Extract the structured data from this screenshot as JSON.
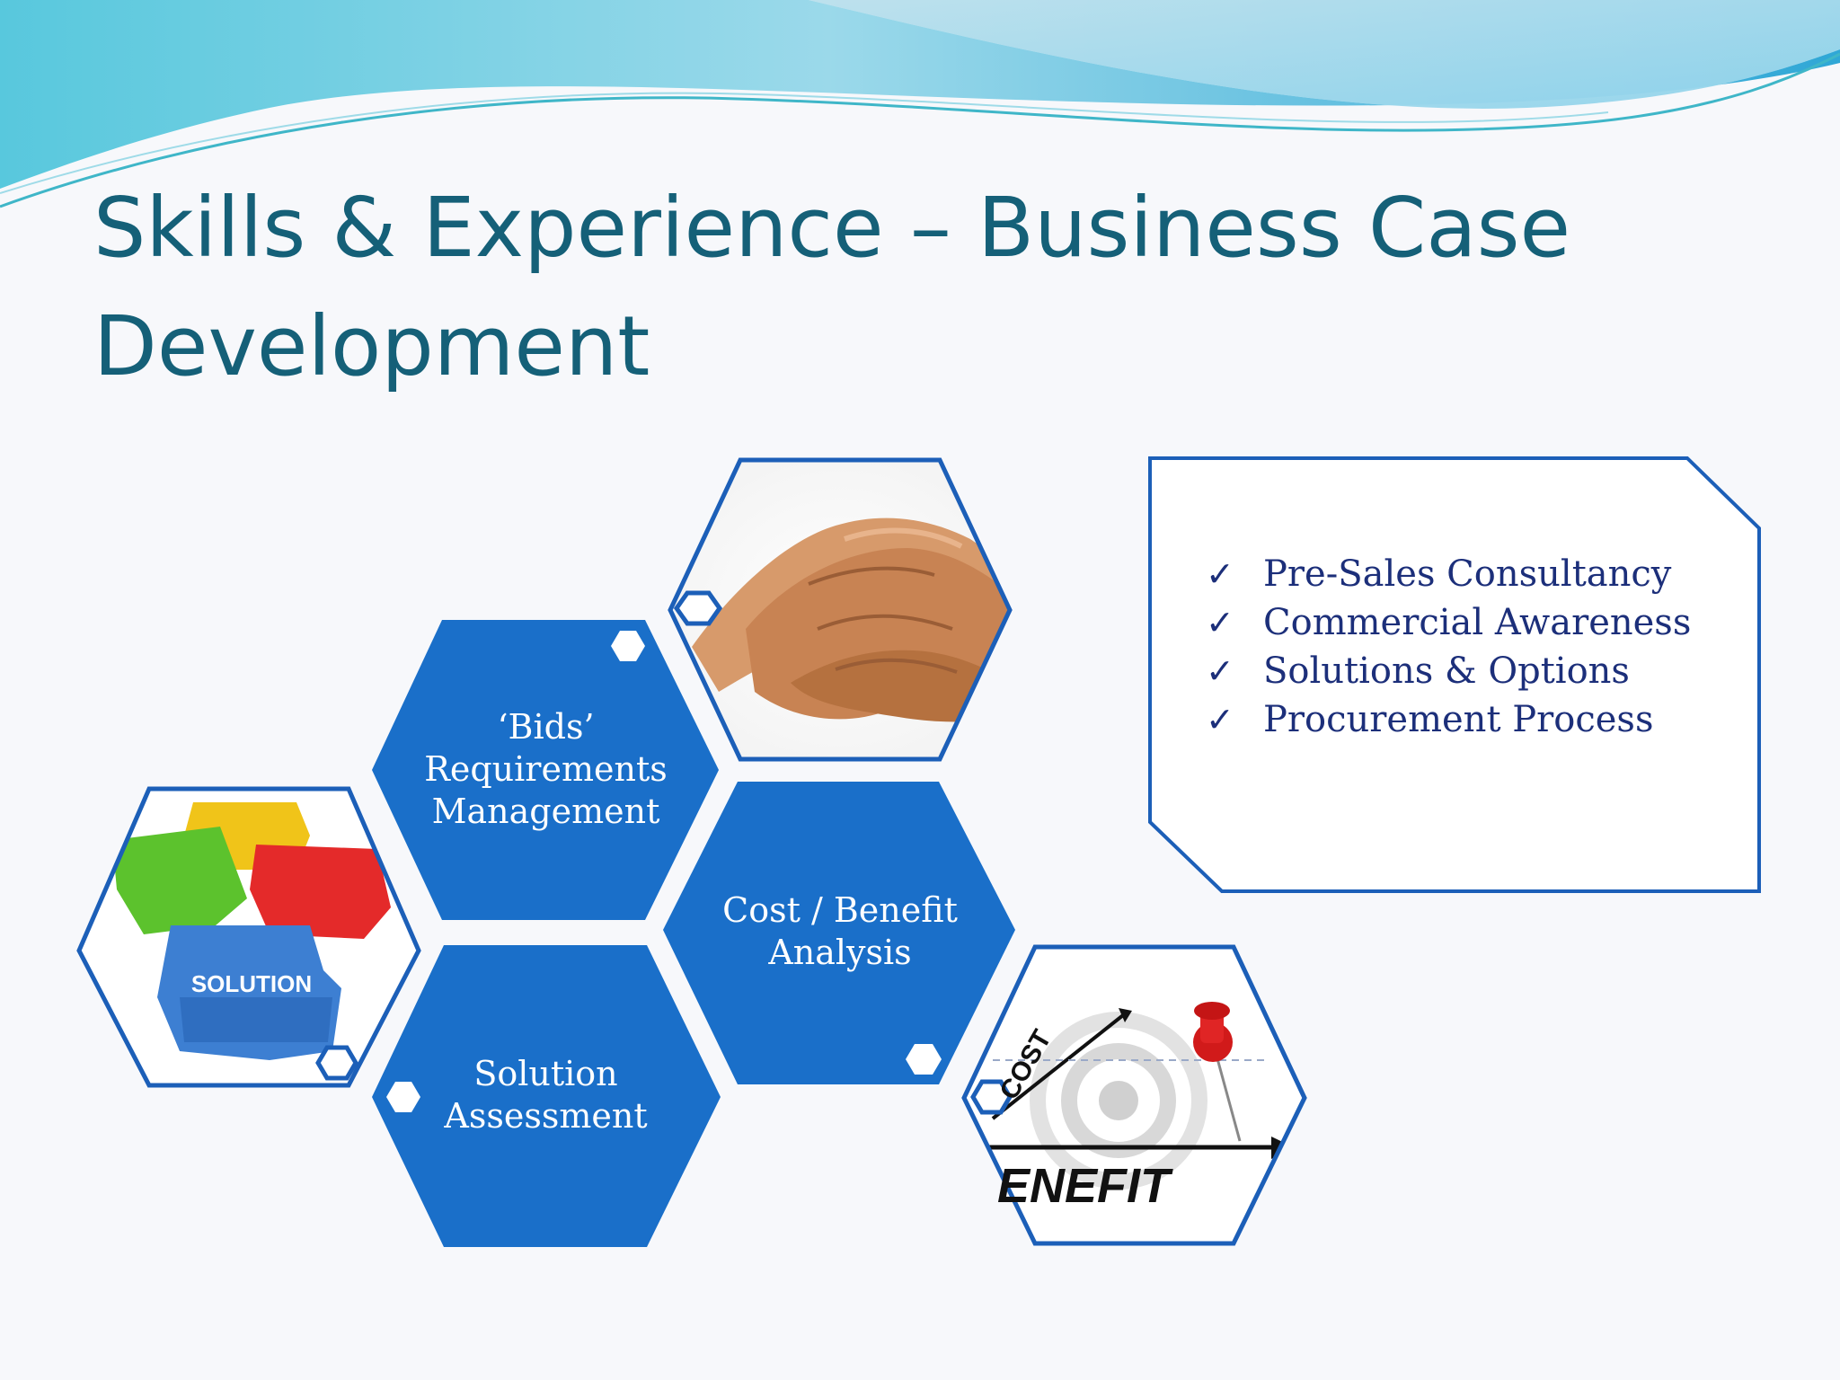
{
  "slide": {
    "title_line1": "Skills & Experience – Business Case",
    "title_line2": "Development"
  },
  "hexagons": {
    "bids": "‘Bids’ Requirements Management",
    "cost_benefit": "Cost / Benefit Analysis",
    "solution_assessment": "Solution Assessment"
  },
  "images": {
    "puzzle_label": "SOLUTION",
    "chart_cost_label": "COST",
    "chart_benefit_label": "ENEFIT"
  },
  "callout": {
    "check_glyph": "✓",
    "items": [
      "Pre-Sales Consultancy",
      "Commercial Awareness",
      "Solutions & Options",
      "Procurement Process"
    ]
  },
  "colors": {
    "hex_fill": "#1a6fc9",
    "hex_outline": "#1c5fb8",
    "title": "#156078",
    "callout_border": "#1c5fb8",
    "callout_text": "#1c2f7a"
  }
}
